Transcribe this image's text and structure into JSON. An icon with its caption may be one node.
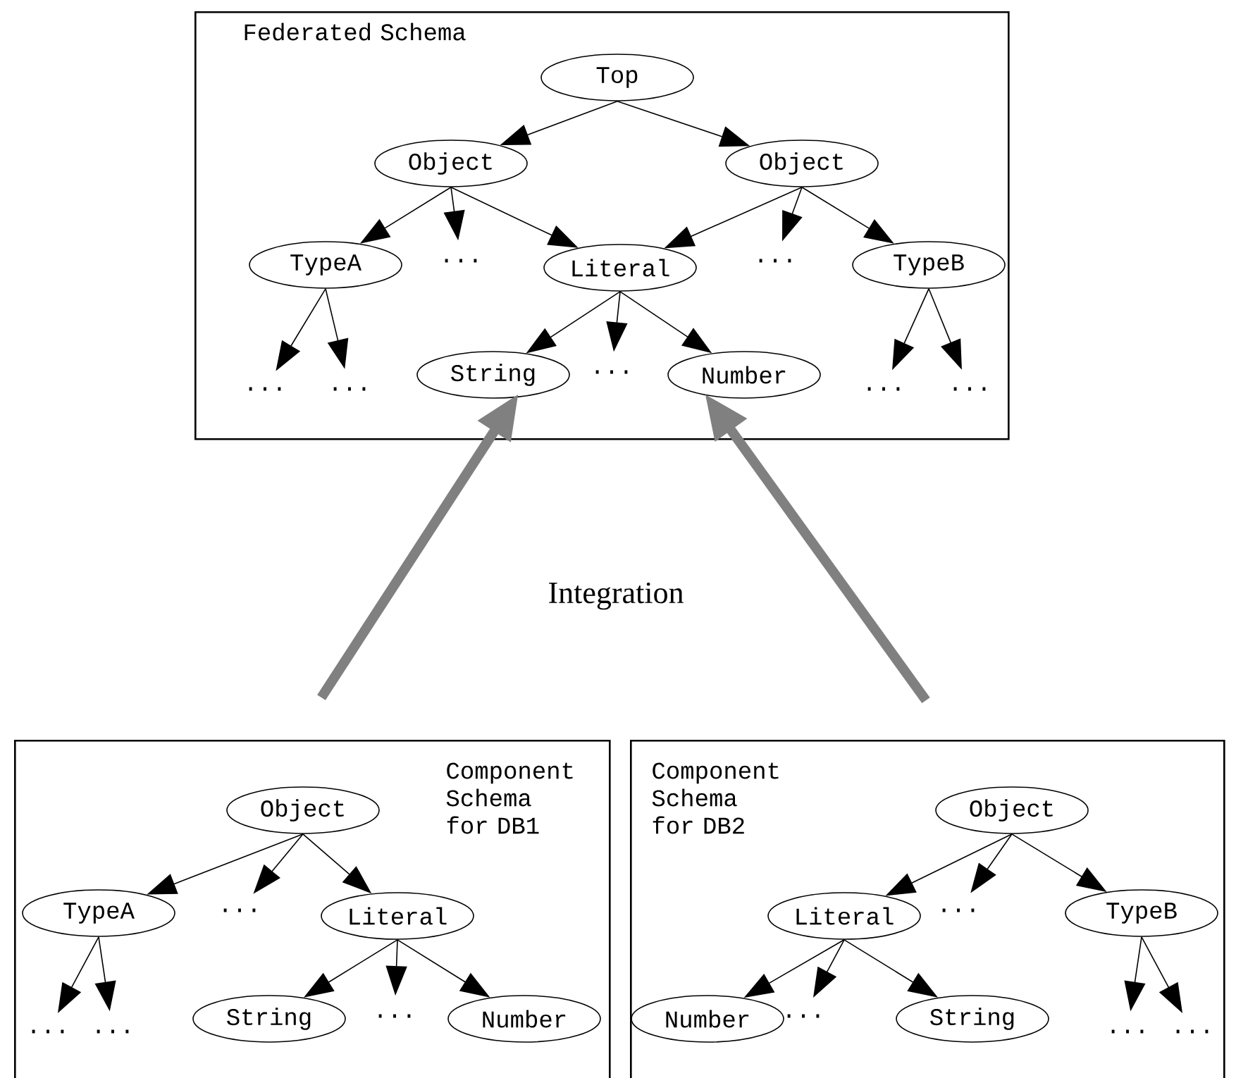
{
  "diagram": {
    "nodes": [
      {
        "text": [
          "Federated Schema"
        ]
      },
      {
        "text": [
          "Top"
        ],
        "in": 0
      },
      {
        "text": [
          "Object"
        ],
        "in": 0
      },
      {
        "text": [
          "Object"
        ],
        "in": 0
      },
      {
        "text": [
          "TypeA"
        ],
        "in": 0
      },
      {
        "text": [
          "..."
        ],
        "in": 0
      },
      {
        "text": [
          "Literal"
        ],
        "in": 0
      },
      {
        "text": [
          "..."
        ],
        "in": 0
      },
      {
        "text": [
          "TypeB"
        ],
        "in": 0
      },
      {
        "text": [
          "..."
        ],
        "in": 0
      },
      {
        "text": [
          "..."
        ],
        "in": 0
      },
      {
        "text": [
          "String"
        ],
        "in": 0
      },
      {
        "text": [
          "..."
        ],
        "in": 0
      },
      {
        "text": [
          "Number"
        ],
        "in": 0
      },
      {
        "text": [
          "..."
        ],
        "in": 0
      },
      {
        "text": [
          "..."
        ],
        "in": 0
      },
      {
        "text": [
          "Component Schema for DB1"
        ]
      },
      {
        "text": [
          "Object"
        ],
        "in": 16
      },
      {
        "text": [
          "TypeA"
        ],
        "in": 16
      },
      {
        "text": [
          "..."
        ],
        "in": 16
      },
      {
        "text": [
          "Literal"
        ],
        "in": 16
      },
      {
        "text": [
          "..."
        ],
        "in": 16
      },
      {
        "text": [
          "..."
        ],
        "in": 16
      },
      {
        "text": [
          "String"
        ],
        "in": 16
      },
      {
        "text": [
          "..."
        ],
        "in": 16
      },
      {
        "text": [
          "Number"
        ],
        "in": 16
      },
      {
        "text": [
          "Component Schema for DB2"
        ]
      },
      {
        "text": [
          "Object"
        ],
        "in": 26
      },
      {
        "text": [
          "Literal"
        ],
        "in": 26
      },
      {
        "text": [
          "..."
        ],
        "in": 26
      },
      {
        "text": [
          "TypeB"
        ],
        "in": 26
      },
      {
        "text": [
          "Number"
        ],
        "in": 26
      },
      {
        "text": [
          "..."
        ],
        "in": 26
      },
      {
        "text": [
          "String"
        ],
        "in": 26
      },
      {
        "text": [
          "..."
        ],
        "in": 26
      },
      {
        "text": [
          "..."
        ],
        "in": 26
      }
    ],
    "edges": [
      {
        "from": 1,
        "to": 2,
        "arrow": "to"
      },
      {
        "from": 1,
        "to": 3,
        "arrow": "to"
      },
      {
        "from": 2,
        "to": 4,
        "arrow": "to"
      },
      {
        "from": 2,
        "to": 5,
        "arrow": "to"
      },
      {
        "from": 2,
        "to": 6,
        "arrow": "to"
      },
      {
        "from": 3,
        "to": 6,
        "arrow": "to"
      },
      {
        "from": 3,
        "to": 7,
        "arrow": "to"
      },
      {
        "from": 3,
        "to": 8,
        "arrow": "to"
      },
      {
        "from": 4,
        "to": 9,
        "arrow": "to"
      },
      {
        "from": 4,
        "to": 10,
        "arrow": "to"
      },
      {
        "from": 6,
        "to": 11,
        "arrow": "to"
      },
      {
        "from": 6,
        "to": 12,
        "arrow": "to"
      },
      {
        "from": 6,
        "to": 13,
        "arrow": "to"
      },
      {
        "from": 8,
        "to": 14,
        "arrow": "to"
      },
      {
        "from": 8,
        "to": 15,
        "arrow": "to"
      },
      {
        "from": 17,
        "to": 18,
        "arrow": "to"
      },
      {
        "from": 17,
        "to": 19,
        "arrow": "to"
      },
      {
        "from": 17,
        "to": 20,
        "arrow": "to"
      },
      {
        "from": 18,
        "to": 21,
        "arrow": "to"
      },
      {
        "from": 18,
        "to": 22,
        "arrow": "to"
      },
      {
        "from": 20,
        "to": 23,
        "arrow": "to"
      },
      {
        "from": 20,
        "to": 24,
        "arrow": "to"
      },
      {
        "from": 20,
        "to": 25,
        "arrow": "to"
      },
      {
        "from": 27,
        "to": 28,
        "arrow": "to"
      },
      {
        "from": 27,
        "to": 29,
        "arrow": "to"
      },
      {
        "from": 27,
        "to": 30,
        "arrow": "to"
      },
      {
        "from": 28,
        "to": 31,
        "arrow": "to"
      },
      {
        "from": 28,
        "to": 32,
        "arrow": "to"
      },
      {
        "from": 28,
        "to": 33,
        "arrow": "to"
      },
      {
        "from": 30,
        "to": 34,
        "arrow": "to"
      },
      {
        "from": 30,
        "to": 35,
        "arrow": "to"
      },
      {
        "from": 16,
        "to": 0,
        "arrow": "to",
        "style": "thick",
        "color": "#808080"
      },
      {
        "from": 26,
        "to": 0,
        "arrow": "to",
        "style": "thick",
        "color": "#808080"
      }
    ],
    "labels": [
      "Integration"
    ]
  }
}
